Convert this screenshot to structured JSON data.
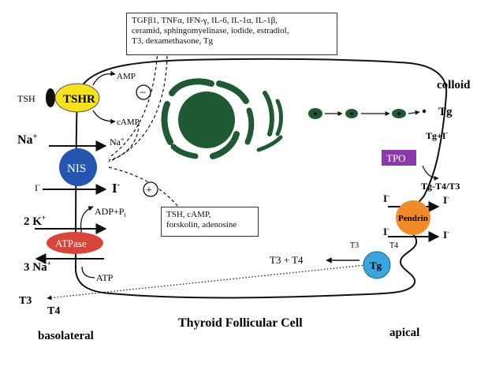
{
  "inhibitors_box": {
    "line1": "TGFβ1, TNFα, IFN-γ, IL-6, IL-1α, IL-1β,",
    "line2": "ceramid, sphingomyelinase, iodide, estradiol,",
    "line3": "T3, dexamethasone, Tg"
  },
  "stimulators_box": {
    "line1": "TSH, cAMP,",
    "line2": "forskolin, adenosine"
  },
  "labels": {
    "tsh": "TSH",
    "tshr": "TSHR",
    "amp": "AMP",
    "camp": "cAMP",
    "minus_sign": "−",
    "plus_sign": "+",
    "na_out": "Na",
    "na_in": "Na",
    "plus_sup": "+",
    "minus_sup": "-",
    "nis": "NIS",
    "i_out": "I",
    "i_in": "I",
    "k_out": "2 K",
    "adp": "ADP+P",
    "adp_sub": "i",
    "atpase": "ATPase",
    "na3": "3 Na",
    "atp": "ATP",
    "t3_out": "T3",
    "t4_out": "T4",
    "basolateral": "basolateral",
    "cell_title": "Thyroid Follicular Cell",
    "apical": "apical",
    "colloid": "colloid",
    "tg_colloid": "Tg",
    "tg_i": "Tg+I",
    "tpo": "TPO",
    "tg_t4t3": "Tg-T4/T3",
    "i_left1": "I",
    "i_right1": "I",
    "pendrin": "Pendrin",
    "i_left2": "I",
    "i_right2": "I",
    "t3_small": "T3",
    "t4_small": "T4",
    "tg_circle": "Tg",
    "t3t4": "T3 + T4"
  },
  "colors": {
    "tshr": "#f5e11e",
    "nis": "#2456b0",
    "atpase": "#d8453a",
    "tpo": "#8a3aa8",
    "pendrin": "#f08a2a",
    "tg": "#3aa6df",
    "organelle": "#1f5a32"
  }
}
